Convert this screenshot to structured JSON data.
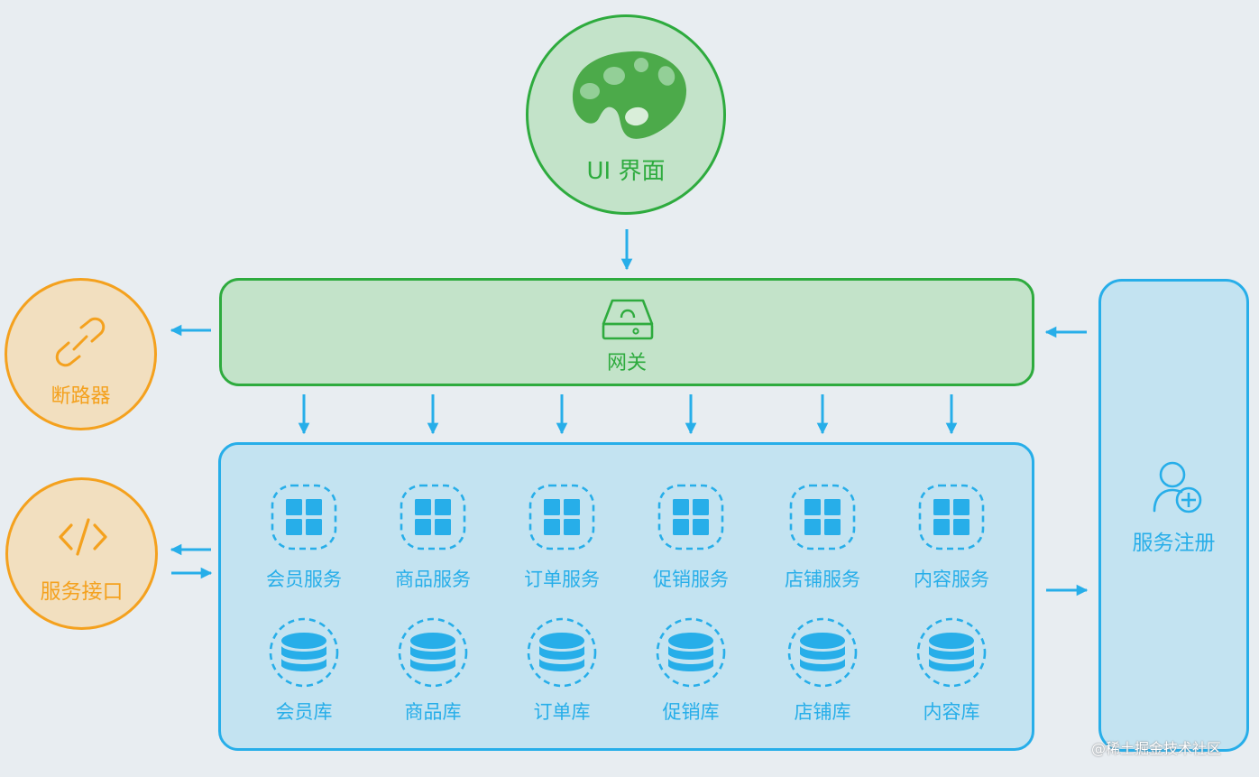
{
  "ui": {
    "label": "UI 界面",
    "icon": "palette-icon"
  },
  "gateway": {
    "label": "网关",
    "icon": "server-icon"
  },
  "breaker": {
    "label": "断路器",
    "icon": "broken-link-icon"
  },
  "api": {
    "label": "服务接口",
    "icon": "code-icon"
  },
  "registry": {
    "label": "服务注册",
    "icon": "add-user-icon"
  },
  "services": [
    {
      "label": "会员服务",
      "icon": "grid-icon"
    },
    {
      "label": "商品服务",
      "icon": "grid-icon"
    },
    {
      "label": "订单服务",
      "icon": "grid-icon"
    },
    {
      "label": "促销服务",
      "icon": "grid-icon"
    },
    {
      "label": "店铺服务",
      "icon": "grid-icon"
    },
    {
      "label": "内容服务",
      "icon": "grid-icon"
    }
  ],
  "databases": [
    {
      "label": "会员库",
      "icon": "database-icon"
    },
    {
      "label": "商品库",
      "icon": "database-icon"
    },
    {
      "label": "订单库",
      "icon": "database-icon"
    },
    {
      "label": "促销库",
      "icon": "database-icon"
    },
    {
      "label": "店铺库",
      "icon": "database-icon"
    },
    {
      "label": "内容库",
      "icon": "database-icon"
    }
  ],
  "watermark": "@稀土掘金技术社区",
  "colors": {
    "green": "#2eab3e",
    "green_fill": "#c3e3c9",
    "orange": "#f4a11e",
    "orange_fill": "#f2dfbf",
    "blue": "#27aee9",
    "blue_fill": "#c3e3f1",
    "background": "#e8edf1"
  }
}
